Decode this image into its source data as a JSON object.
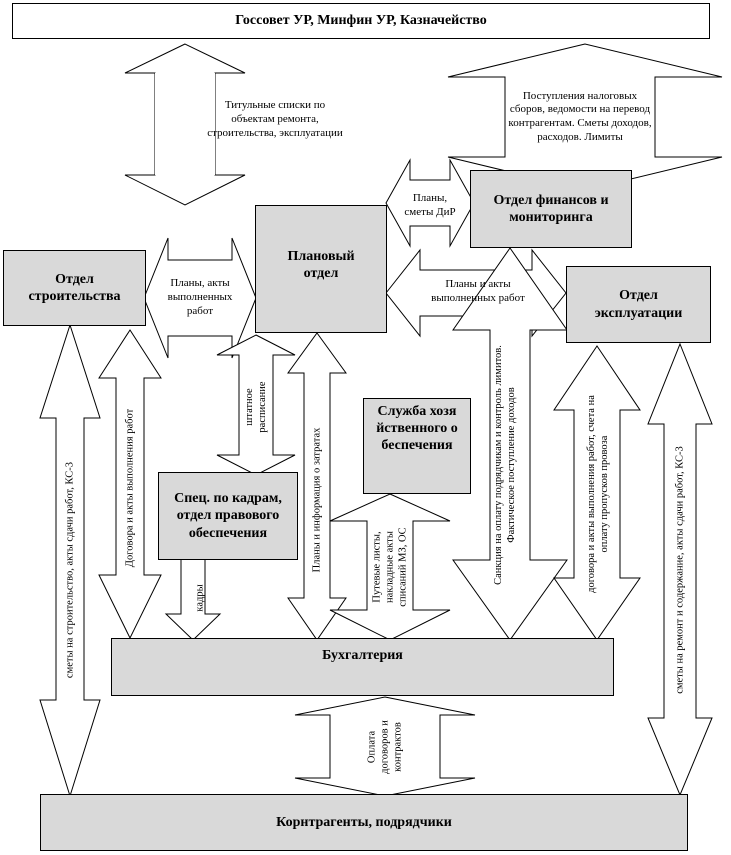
{
  "nodes": {
    "gossovet": "Госсовет УР, Минфин УР, Казначейство",
    "planovy": "Плановый отдел",
    "finance": "Отдел финансов и мониторинга",
    "construction": "Отдел строительства",
    "exploitation": "Отдел эксплуатации",
    "hr": "Спец. по кадрам, отдел правового обеспечения",
    "supply": "Служба хозяйственного обеспечения",
    "accounting": "Бухгалтерия",
    "contractors": "Корнтрагенты, подрядчики"
  },
  "flows": {
    "titles": "Титульные списки по объектам ремонта, строительства, эксплуатации",
    "receipts": "Поступления налоговых сборов, ведомости на перевод контрагентам. Сметы доходов, расходов. Лимиты",
    "plans_dir": "Планы, сметы ДиР",
    "plans_construction": "Планы, акты выполненных работ",
    "plans_exploitation": "Планы и акты выполненных работ",
    "staffing": "штатное расписание",
    "costs": "Планы и информация о затратах",
    "waybills": "Путевые листы, накладные акты списаний МЗ, ОС",
    "sanction": "Санкция на оплату подрядчикам и контроль лимитов. Фактическое поступление доходов",
    "contracts_construction": "Договора и акты выполнения работ",
    "cadres": "кадры",
    "contracts_exploitation": "договора и акты выполнения работ, счета на оплату пропусков провоза",
    "estimates_construction": "сметы на строительство, акты сдачи работ, КС-3",
    "estimates_repair": "сметы на ремонт и содержание, акты сдачи работ, КС-3",
    "payment": "Оплата договоров и контрактов"
  }
}
